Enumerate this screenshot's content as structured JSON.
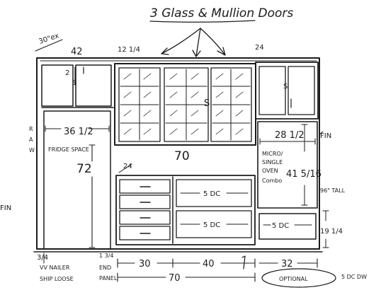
{
  "title": "3 Glass & Mullion Doors",
  "labels": {
    "top_left_angle": "30\"ex",
    "width_42": "42",
    "width_12_1_4": "12 1/4",
    "width_24_top": "24",
    "upper_left_door_2": "2",
    "upper_left_door_s": "S",
    "center_door_s": "S",
    "right_upper_s": "S",
    "width_36_1_2": "36 1/2",
    "raw_r": "R",
    "raw_a": "A",
    "raw_w": "W",
    "fridge_space": "FRIDGE SPACE",
    "fridge_height_72": "72",
    "fin_left": "FIN",
    "width_70_upper": "70",
    "width_24_base": "24",
    "drawer_right_label": "5 DC",
    "drawer_lower_right_label": "5 DC",
    "width_28_1_2": "28 1/2",
    "micro_combo_1": "MICRO/",
    "micro_combo_2": "SINGLE",
    "micro_combo_3": "OVEN",
    "micro_combo_4": "Combo",
    "height_41_5_16": "41 5/16",
    "fin_right": "FIN",
    "tall_label": "96\" TALL",
    "right_drawer_label": "5 DC",
    "height_19_1_4": "19 1/4",
    "left_bottom_3_4": "3/4",
    "left_bottom_vv_nailer": "VV NAILER",
    "left_bottom_ship_loose": "SHIP LOOSE",
    "end_panel_1": "1 3/4",
    "end_panel_2": "END",
    "end_panel_3": "PANEL",
    "bottom_30": "30",
    "bottom_40": "40",
    "bottom_32": "32",
    "bottom_70": "70",
    "optional": "OPTIONAL",
    "optional_note": "5 DC DW"
  }
}
